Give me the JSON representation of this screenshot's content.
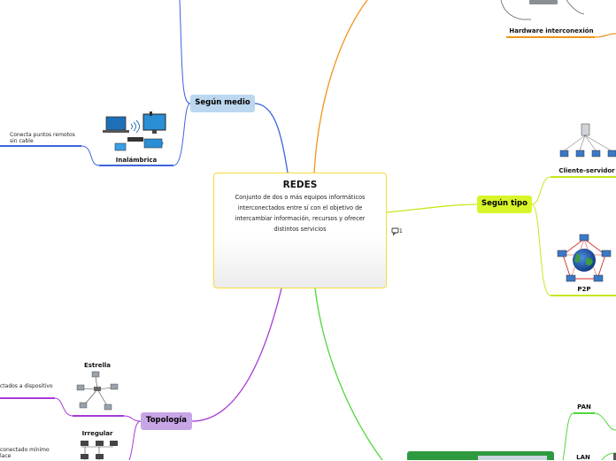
{
  "center": {
    "title": "REDES",
    "description": "Conjunto de dos o más equipos informáticos interconectados entre sí con el objetivo de intercambiar información, recursos y ofrecer distintos servicios"
  },
  "comments": {
    "count": "1"
  },
  "branches": {
    "segun_medio": "Según medio",
    "segun_tipo": "Según tipo",
    "topologia": "Topología"
  },
  "subnodes": {
    "hardware": "Hardware interconexión",
    "inalambrica": "Inalámbrica",
    "inalambrica_note": "Conecta puntos remotos sin cable",
    "cliente_servidor": "Cliente-servidor",
    "p2p": "P2P",
    "estrella": "Estrella",
    "estrella_note": "ctados a dispositivo",
    "irregular": "Irregular",
    "irregular_note": "conectado mínimo",
    "irregular_note2": "lace",
    "pan": "PAN",
    "lan": "LAN"
  },
  "colors": {
    "medio": "#3d63dd",
    "tipo": "#c8e61e",
    "topologia": "#a63bd6",
    "hardware": "#f2941c",
    "green_branch": "#4fd83a",
    "center_border": "#f4dc3c",
    "medio_pill": "#bcd7f0",
    "tipo_pill": "#d9f52a",
    "topologia_pill": "#c7a6e6"
  }
}
